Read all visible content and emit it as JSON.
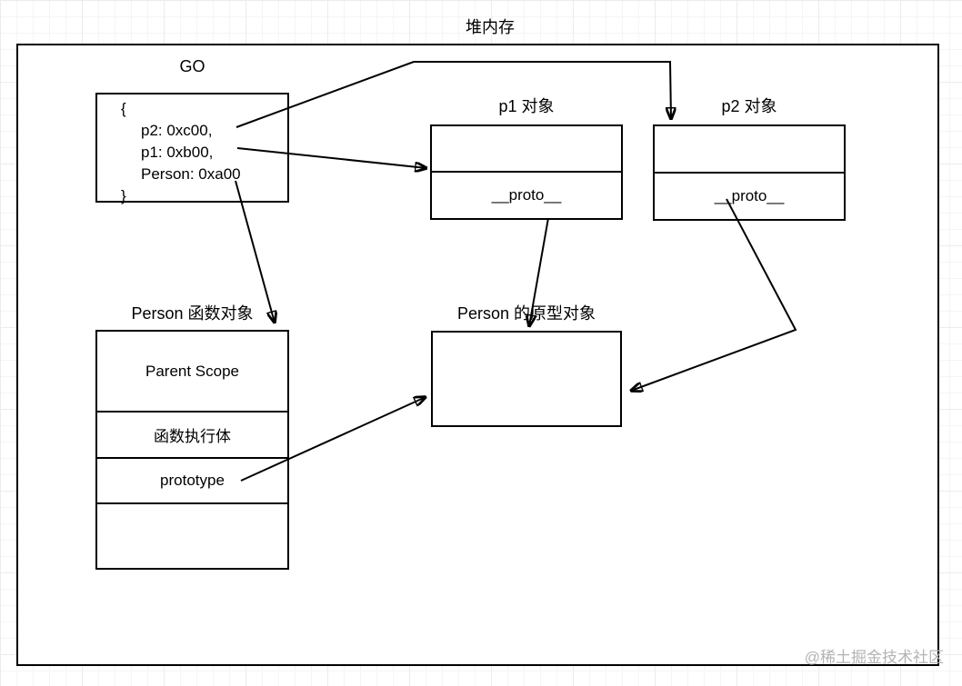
{
  "title": "堆内存",
  "watermark": "@稀土掘金技术社区",
  "colors": {
    "line": "#000000",
    "box_border": "#000000",
    "watermark": "#b4b4b4",
    "background": "#ffffff"
  },
  "boxes": {
    "go": {
      "label": "GO",
      "code": [
        "{",
        "p2: 0xc00,",
        "p1: 0xb00,",
        "Person: 0xa00",
        "}"
      ]
    },
    "p1": {
      "label": "p1 对象",
      "slot": "",
      "proto_field": "__proto__"
    },
    "p2": {
      "label": "p2 对象",
      "slot": "",
      "proto_field": "__proto__"
    },
    "person_function": {
      "label": "Person 函数对象",
      "rows": [
        "Parent Scope",
        "函数执行体",
        "prototype",
        ""
      ]
    },
    "person_prototype": {
      "label": "Person 的原型对象"
    }
  }
}
